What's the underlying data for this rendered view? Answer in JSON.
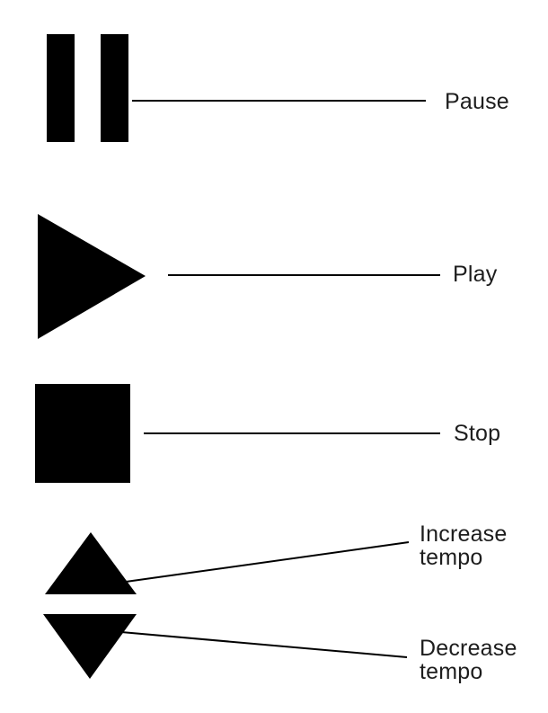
{
  "figure": {
    "background": "#ffffff",
    "icon_color": "#000000",
    "line_color": "#000000",
    "label_color": "#1d1d1d",
    "items": [
      {
        "icon": "pause-icon",
        "label": "Pause"
      },
      {
        "icon": "play-icon",
        "label": "Play"
      },
      {
        "icon": "stop-icon",
        "label": "Stop"
      },
      {
        "icon": "increase-tempo-icon",
        "label": "Increase tempo"
      },
      {
        "icon": "decrease-tempo-icon",
        "label": "Decrease tempo"
      }
    ]
  }
}
